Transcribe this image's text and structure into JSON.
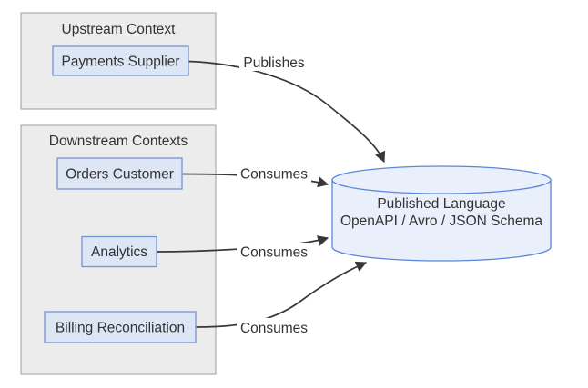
{
  "diagram": {
    "type": "context-map-flow-diagram",
    "containers": [
      {
        "label": "Upstream Context"
      },
      {
        "label": "Downstream Contexts"
      }
    ],
    "nodes": [
      {
        "label": "Payments Supplier",
        "container": "Upstream Context"
      },
      {
        "label": "Orders Customer",
        "container": "Downstream Contexts"
      },
      {
        "label": "Analytics",
        "container": "Downstream Contexts"
      },
      {
        "label": "Billing Reconciliation",
        "container": "Downstream Contexts"
      }
    ],
    "store": {
      "shape": "database-cylinder",
      "label_line1": "Published Language",
      "label_line2": "OpenAPI / Avro / JSON Schema"
    },
    "edges": [
      {
        "from": "Payments Supplier",
        "to": "Published Language",
        "label": "Publishes"
      },
      {
        "from": "Orders Customer",
        "to": "Published Language",
        "label": "Consumes"
      },
      {
        "from": "Analytics",
        "to": "Published Language",
        "label": "Consumes"
      },
      {
        "from": "Billing Reconciliation",
        "to": "Published Language",
        "label": "Consumes"
      }
    ],
    "colors": {
      "background": "#ffffff",
      "container_fill": "#ececec",
      "container_border": "#9e9e9e",
      "node_fill": "#dce6f5",
      "node_border": "#7792d4",
      "store_fill": "#e9effb",
      "store_border": "#5c86d9",
      "edge": "#383838",
      "text": "#333333"
    }
  }
}
